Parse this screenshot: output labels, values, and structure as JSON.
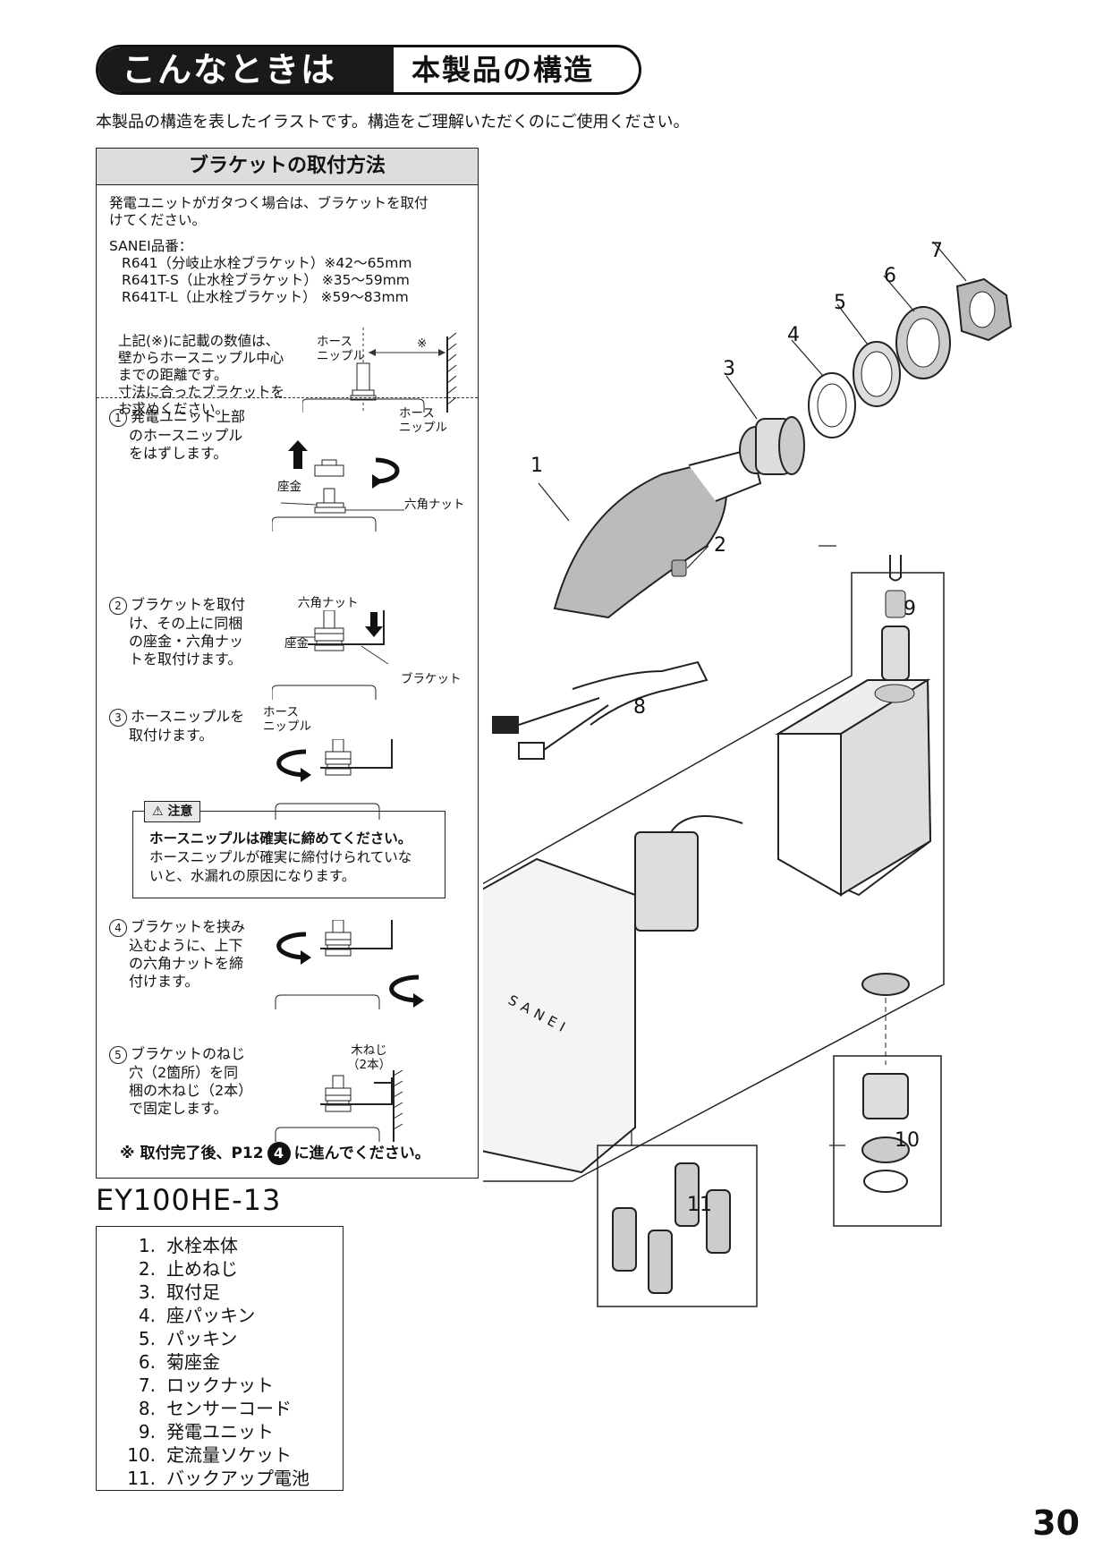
{
  "header": {
    "dark": "こんなときは",
    "light": "本製品の構造"
  },
  "intro": "本製品の構造を表したイラストです。構造をご理解いただくのにご使用ください。",
  "bracket": {
    "title": "ブラケットの取付方法",
    "p1a": "発電ユニットがガタつく場合は、ブラケットを取付",
    "p1b": "けてください。",
    "sanei": "SANEI品番：",
    "models": [
      "R641（分岐止水栓ブラケット）※42〜65mm",
      "R641T-S（止水栓ブラケット） ※35〜59mm",
      "R641T-L（止水栓ブラケット） ※59〜83mm"
    ],
    "note": [
      "上記(※)に記載の数値は、",
      "壁からホースニップル中心",
      "までの距離です。",
      "寸法に合ったブラケットを",
      "お求めください。"
    ],
    "hose_label": [
      "ホース",
      "ニップル"
    ],
    "mark": "※",
    "steps": [
      {
        "num": "1",
        "lines": [
          "発電ユニット上部",
          "のホースニップル",
          "をはずします。"
        ]
      },
      {
        "num": "2",
        "lines": [
          "ブラケットを取付",
          "け、その上に同梱",
          "の座金・六角ナッ",
          "トを取付けます。"
        ]
      },
      {
        "num": "3",
        "lines": [
          "ホースニップルを",
          "取付けます。"
        ]
      },
      {
        "num": "4",
        "lines": [
          "ブラケットを挟み",
          "込むように、上下",
          "の六角ナットを締",
          "付けます。"
        ]
      },
      {
        "num": "5",
        "lines": [
          "ブラケットのねじ",
          "穴（2箇所）を同",
          "梱の木ねじ（2本）",
          "で固定します。"
        ]
      }
    ],
    "labels": {
      "zagane": "座金",
      "nut": "六角ナット",
      "bracket": "ブラケット",
      "screw1": "木ねじ",
      "screw2": "（2本）"
    },
    "caution": {
      "tag": "注意",
      "line1": "ホースニップルは確実に締めてください。",
      "line2": "ホースニップルが確実に締付けられていな",
      "line3": "いと、水漏れの原因になります。"
    },
    "final_a": "※ 取付完了後、P12",
    "final_num": "4",
    "final_b": "に進んでください。"
  },
  "model": "EY100HE-13",
  "parts": [
    {
      "n": "1.",
      "name": "水栓本体"
    },
    {
      "n": "2.",
      "name": "止めねじ"
    },
    {
      "n": "3.",
      "name": "取付足"
    },
    {
      "n": "4.",
      "name": "座パッキン"
    },
    {
      "n": "5.",
      "name": "パッキン"
    },
    {
      "n": "6.",
      "name": "菊座金"
    },
    {
      "n": "7.",
      "name": "ロックナット"
    },
    {
      "n": "8.",
      "name": "センサーコード"
    },
    {
      "n": "9.",
      "name": "発電ユニット"
    },
    {
      "n": "10.",
      "name": "定流量ソケット"
    },
    {
      "n": "11.",
      "name": "バックアップ電池"
    }
  ],
  "callouts": [
    "1",
    "2",
    "3",
    "4",
    "5",
    "6",
    "7",
    "8",
    "9",
    "10",
    "11"
  ],
  "logo": "SANEI",
  "page_number": "30"
}
